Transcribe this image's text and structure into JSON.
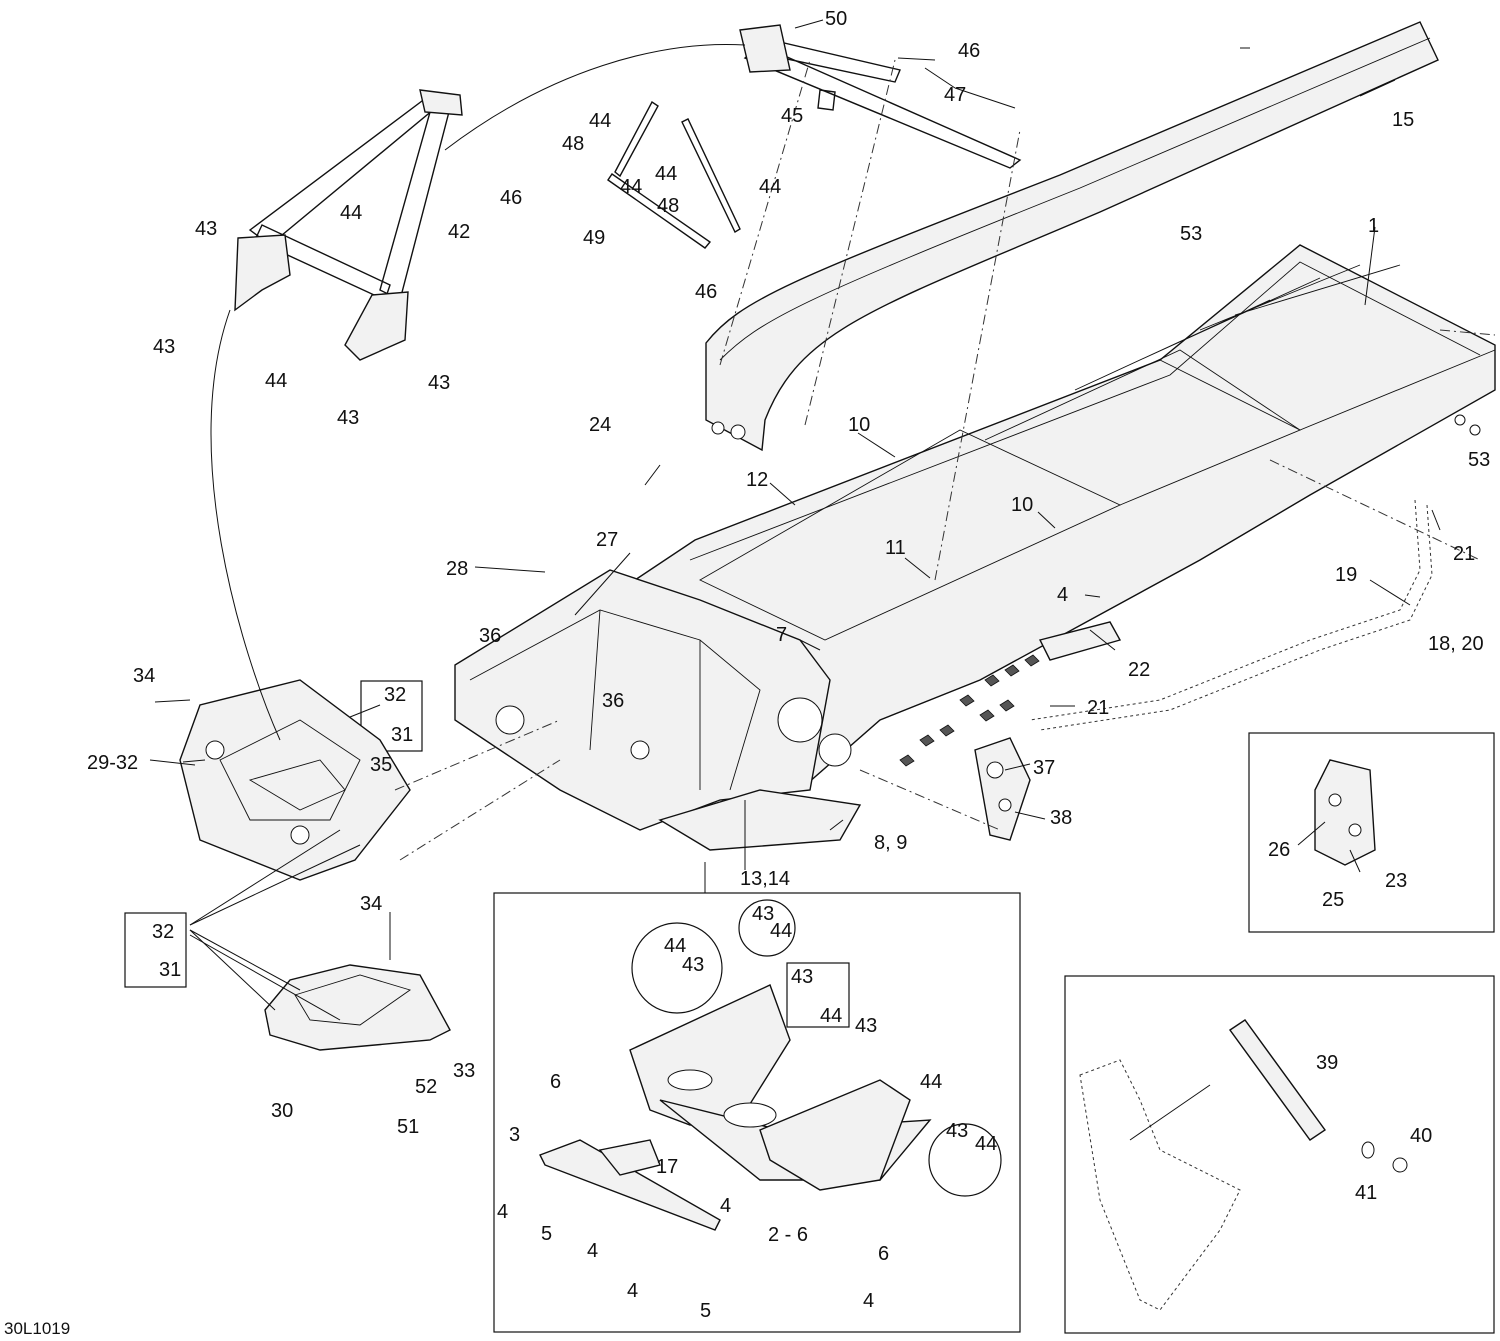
{
  "figure_code": "30L1019",
  "labels": {
    "l1": "1",
    "l2_6": "2 - 6",
    "l3": "3",
    "l4": "4",
    "l5": "5",
    "l6": "6",
    "l7": "7",
    "l8_9": "8, 9",
    "l10": "10",
    "l11": "11",
    "l12": "12",
    "l13_14": "13,14",
    "l15": "15",
    "l17": "17",
    "l18_20": "18, 20",
    "l19": "19",
    "l21": "21",
    "l22": "22",
    "l23": "23",
    "l24": "24",
    "l25": "25",
    "l26": "26",
    "l27": "27",
    "l28": "28",
    "l29_32": "29-32",
    "l30": "30",
    "l31": "31",
    "l32": "32",
    "l33": "33",
    "l34": "34",
    "l35": "35",
    "l36": "36",
    "l37": "37",
    "l38": "38",
    "l39": "39",
    "l40": "40",
    "l41": "41",
    "l42": "42",
    "l43": "43",
    "l44": "44",
    "l45": "45",
    "l46": "46",
    "l47": "47",
    "l48": "48",
    "l49": "49",
    "l50": "50",
    "l51": "51",
    "l52": "52",
    "l53": "53"
  }
}
